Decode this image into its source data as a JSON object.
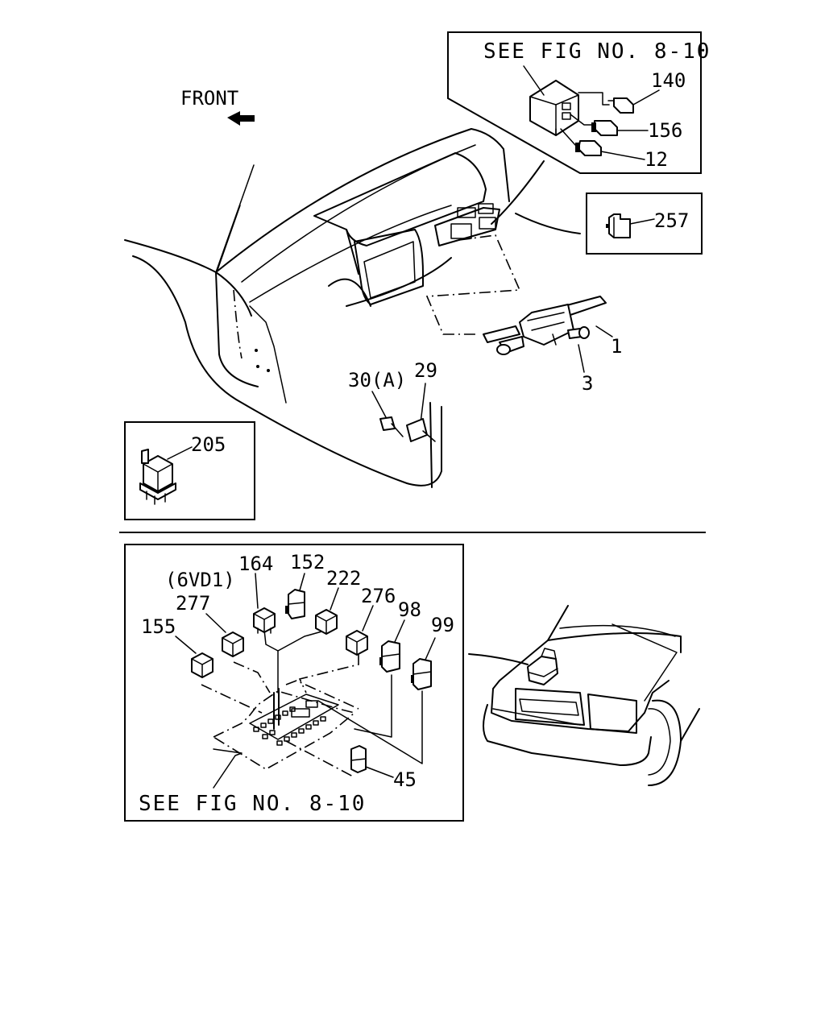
{
  "labels": {
    "front": "FRONT",
    "see_fig_top": "SEE FIG NO. 8-10",
    "see_fig_bottom": "SEE FIG NO. 8-10",
    "engine_note": "(6VD1)",
    "p140": "140",
    "p156": "156",
    "p12": "12",
    "p257": "257",
    "p1": "1",
    "p3": "3",
    "p30a": "30(A)",
    "p29": "29",
    "p205": "205",
    "p164": "164",
    "p152": "152",
    "p222": "222",
    "p277": "277",
    "p276": "276",
    "p98": "98",
    "p99": "99",
    "p155": "155",
    "p45": "45"
  }
}
